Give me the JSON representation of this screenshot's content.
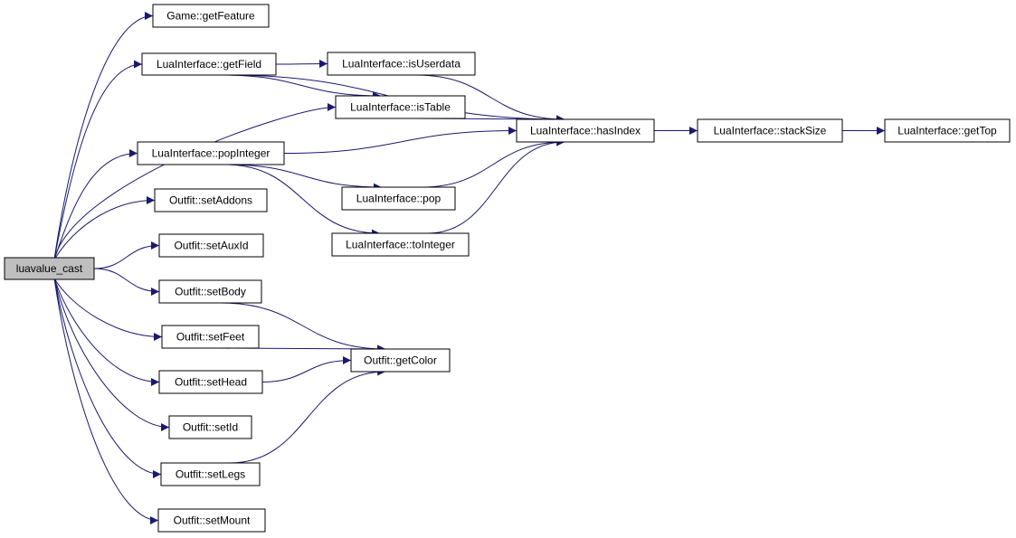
{
  "colors": {
    "edge": "#191970",
    "root_fill": "#bfbfbf",
    "node_fill": "#ffffff",
    "border": "#000000"
  },
  "nodes": [
    {
      "id": "root",
      "label": "luavalue_cast",
      "root": true
    },
    {
      "id": "getFeature",
      "label": "Game::getFeature"
    },
    {
      "id": "getField",
      "label": "LuaInterface::getField"
    },
    {
      "id": "isUserdata",
      "label": "LuaInterface::isUserdata"
    },
    {
      "id": "isTable",
      "label": "LuaInterface::isTable"
    },
    {
      "id": "hasIndex",
      "label": "LuaInterface::hasIndex"
    },
    {
      "id": "stackSize",
      "label": "LuaInterface::stackSize"
    },
    {
      "id": "getTop",
      "label": "LuaInterface::getTop"
    },
    {
      "id": "popInteger",
      "label": "LuaInterface::popInteger"
    },
    {
      "id": "pop",
      "label": "LuaInterface::pop"
    },
    {
      "id": "toInteger",
      "label": "LuaInterface::toInteger"
    },
    {
      "id": "setAddons",
      "label": "Outfit::setAddons"
    },
    {
      "id": "setAuxId",
      "label": "Outfit::setAuxId"
    },
    {
      "id": "setBody",
      "label": "Outfit::setBody"
    },
    {
      "id": "setFeet",
      "label": "Outfit::setFeet"
    },
    {
      "id": "setHead",
      "label": "Outfit::setHead"
    },
    {
      "id": "setId",
      "label": "Outfit::setId"
    },
    {
      "id": "setLegs",
      "label": "Outfit::setLegs"
    },
    {
      "id": "setMount",
      "label": "Outfit::setMount"
    },
    {
      "id": "getColor",
      "label": "Outfit::getColor"
    }
  ],
  "edges": [
    [
      "root",
      "getFeature"
    ],
    [
      "root",
      "getField"
    ],
    [
      "root",
      "isTable"
    ],
    [
      "root",
      "popInteger"
    ],
    [
      "root",
      "setAddons"
    ],
    [
      "root",
      "setAuxId"
    ],
    [
      "root",
      "setBody"
    ],
    [
      "root",
      "setFeet"
    ],
    [
      "root",
      "setHead"
    ],
    [
      "root",
      "setId"
    ],
    [
      "root",
      "setLegs"
    ],
    [
      "root",
      "setMount"
    ],
    [
      "getField",
      "isUserdata"
    ],
    [
      "getField",
      "isTable"
    ],
    [
      "getField",
      "hasIndex"
    ],
    [
      "isUserdata",
      "hasIndex"
    ],
    [
      "isTable",
      "hasIndex"
    ],
    [
      "popInteger",
      "hasIndex"
    ],
    [
      "popInteger",
      "pop"
    ],
    [
      "popInteger",
      "toInteger"
    ],
    [
      "pop",
      "hasIndex"
    ],
    [
      "toInteger",
      "hasIndex"
    ],
    [
      "hasIndex",
      "stackSize"
    ],
    [
      "stackSize",
      "getTop"
    ],
    [
      "setBody",
      "getColor"
    ],
    [
      "setFeet",
      "getColor"
    ],
    [
      "setHead",
      "getColor"
    ],
    [
      "setLegs",
      "getColor"
    ]
  ]
}
